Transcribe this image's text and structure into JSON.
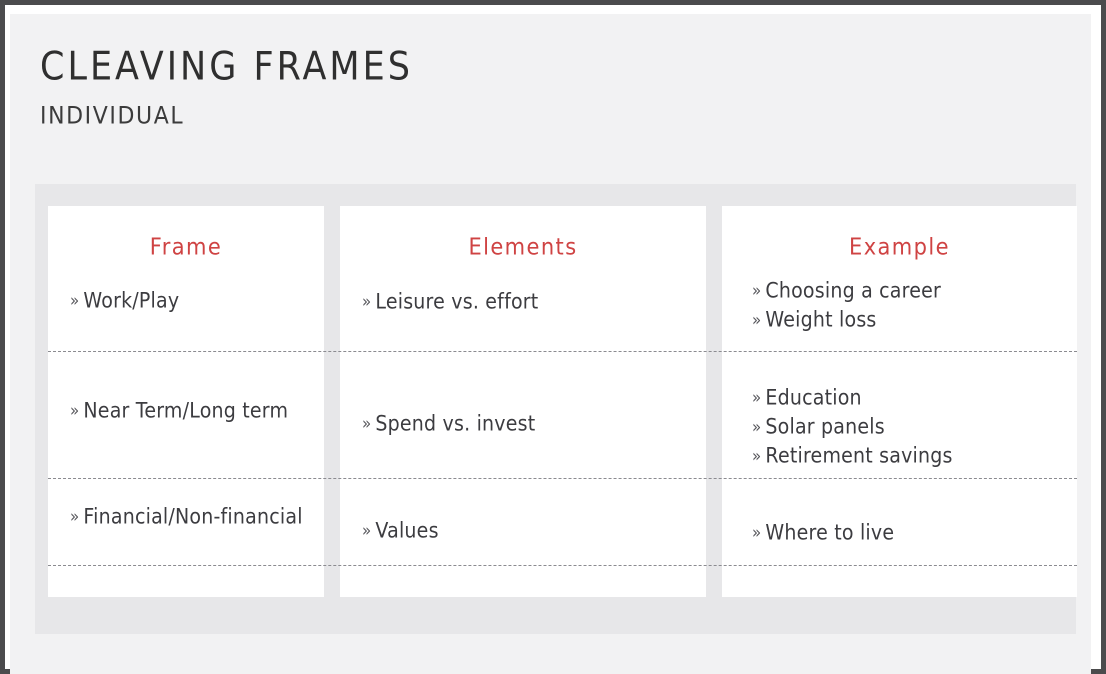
{
  "slide": {
    "title": "CLEAVING FRAMES",
    "subtitle": "INDIVIDUAL",
    "accent_color": "#cf4343",
    "text_color": "#3c3c40",
    "page_background": "#f2f2f3",
    "panel_background": "#e7e7e9",
    "card_background": "#ffffff",
    "frame_border_color": "#4b4b4d"
  },
  "table": {
    "headers": [
      {
        "label": "Frame"
      },
      {
        "label": "Elements"
      },
      {
        "label": "Example"
      }
    ],
    "bullet_glyph": "»",
    "rows": [
      {
        "frame": [
          "Work/Play"
        ],
        "elements": [
          "Leisure vs. effort"
        ],
        "example": [
          "Choosing a career",
          "Weight loss"
        ]
      },
      {
        "frame": [
          "Near Term/Long term"
        ],
        "elements": [
          "Spend vs. invest"
        ],
        "example": [
          "Education",
          "Solar panels",
          "Retirement savings"
        ]
      },
      {
        "frame": [
          "Financial/Non-financial"
        ],
        "elements": [
          "Values"
        ],
        "example": [
          "Where to live"
        ]
      }
    ]
  }
}
